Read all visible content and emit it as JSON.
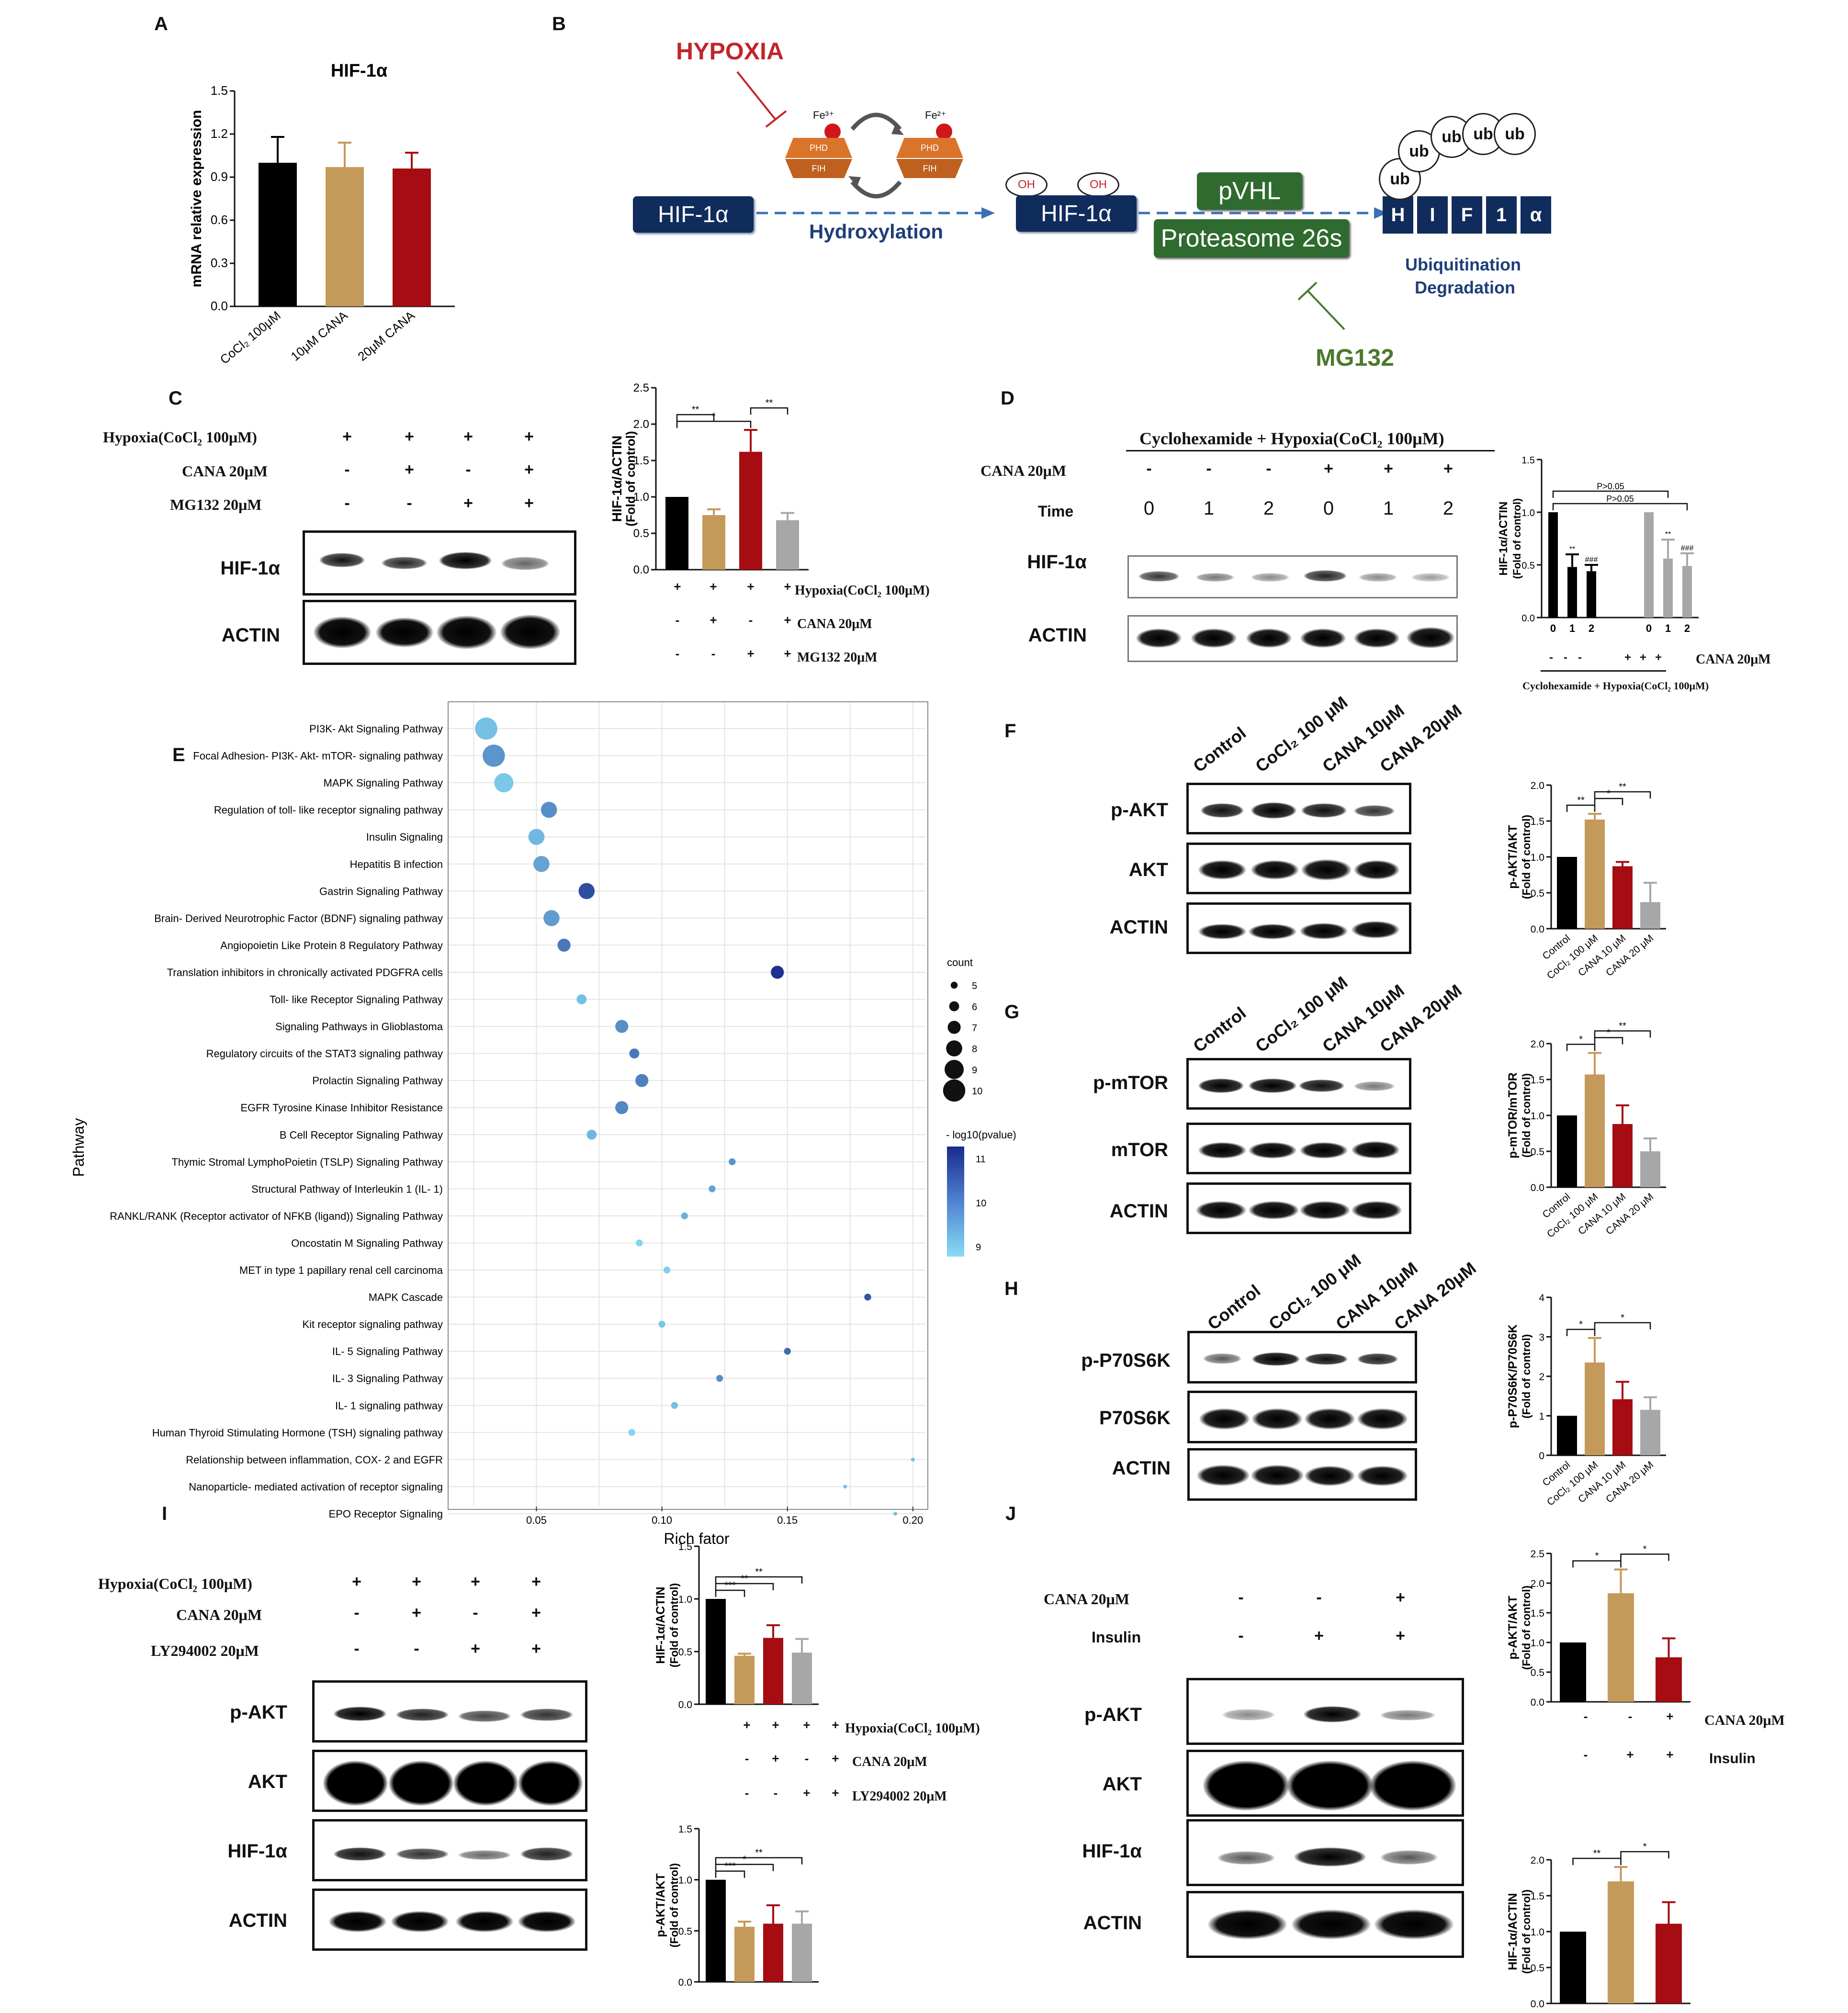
{
  "panels": {
    "A": "A",
    "B": "B",
    "C": "C",
    "D": "D",
    "E": "E",
    "F": "F",
    "G": "G",
    "H": "H",
    "I": "I",
    "J": "J"
  },
  "colors": {
    "black": "#000000",
    "tan": "#c49a5a",
    "red": "#a50d12",
    "gray": "#a7a7a7",
    "navy": "#102c5c",
    "green": "#2f6b2f",
    "hypoxia_red": "#c0262b",
    "mg132_green": "#4a7a2c"
  },
  "pathway": {
    "hypoxia": "HYPOXIA",
    "mg132": "MG132",
    "hif": "HIF-1α",
    "hydroxylation": "Hydroxylation",
    "fe3": "Fe³⁺",
    "fe2": "Fe²⁺",
    "phd": "PHD",
    "fih": "FIH",
    "oh": "OH",
    "pvhl": "pVHL",
    "proteasome": "Proteasome 26s",
    "ub": "ub",
    "hif_letters": [
      "H",
      "I",
      "F",
      "1",
      "α"
    ],
    "ubiq1": "Ubiquitination",
    "ubiq2": "Degradation"
  },
  "conditions": {
    "hypoxia": "Hypoxia(CoCl₂ 100μM)",
    "cana": "CANA 20μM",
    "mg132": "MG132 20μM",
    "ly": "LY294002 20μM",
    "insulin": "Insulin",
    "time": "Time",
    "chx": "Cyclohexamide + Hypoxia(CoCl₂ 100μM)",
    "chx_small": "Cyclohexamide + Hypoxia(CoCl₂ 100μM)"
  },
  "blots": {
    "hif": "HIF-1α",
    "actin": "ACTIN",
    "pakt": "p-AKT",
    "akt": "AKT",
    "pmtor": "p-mTOR",
    "mtor": "mTOR",
    "pp70": "p-P70S6K",
    "p70": "P70S6K"
  },
  "lanes": {
    "control": "Control",
    "cocl": "CoCl₂ 100 μM",
    "cana10": "CANA 10μM",
    "cana20": "CANA 20μM"
  },
  "signs": {
    "plus": "+",
    "minus": "-"
  },
  "time_vals": [
    "0",
    "1",
    "2",
    "0",
    "1",
    "2"
  ],
  "chart_data": [
    {
      "id": "A",
      "type": "bar",
      "title": "HIF-1α",
      "ylabel": "mRNA relative expression",
      "ylim": [
        0,
        1.5
      ],
      "yticks": [
        "0.0",
        "0.3",
        "0.6",
        "0.9",
        "1.2",
        "1.5"
      ],
      "categories": [
        "CoCl₂ 100μM",
        "10μM CANA",
        "20μM CANA"
      ],
      "values": [
        1.0,
        0.97,
        0.96
      ],
      "errors": [
        0.18,
        0.17,
        0.11
      ]
    },
    {
      "id": "C",
      "type": "bar",
      "ylabel": "HIF-1α/ACTIN",
      "ylabel2": "(Fold of control)",
      "ylim": [
        0,
        2.5
      ],
      "yticks": [
        "0.0",
        "0.5",
        "1.0",
        "1.5",
        "2.0",
        "2.5"
      ],
      "values": [
        1.0,
        0.75,
        1.62,
        0.68
      ],
      "errors": [
        0.0,
        0.08,
        0.3,
        0.1
      ],
      "sig": [
        "*",
        "**",
        "**"
      ]
    },
    {
      "id": "D",
      "type": "bar",
      "ylabel": "HIF-1α/ACTIN",
      "ylabel2": "(Fold of control)",
      "ylim": [
        0,
        1.5
      ],
      "yticks": [
        "0.0",
        "0.5",
        "1.0",
        "1.5"
      ],
      "xticks": [
        "0",
        "1",
        "2",
        "0",
        "1",
        "2"
      ],
      "values": [
        1.0,
        0.48,
        0.44,
        1.0,
        0.56,
        0.49
      ],
      "errors": [
        0,
        0.12,
        0.06,
        0,
        0.18,
        0.12
      ],
      "marks": [
        "",
        "**",
        "###",
        "",
        "**",
        "###"
      ],
      "sig": [
        "P>0.05",
        "P>0.05"
      ]
    },
    {
      "id": "F",
      "type": "bar",
      "ylabel": "p-AKT/AKT",
      "ylabel2": "(Fold of control)",
      "ylim": [
        0,
        2.0
      ],
      "yticks": [
        "0.0",
        "0.5",
        "1.0",
        "1.5",
        "2.0"
      ],
      "categories": [
        "Control",
        "CoCl₂ 100 μM",
        "CANA 10 μM",
        "CANA 20 μM"
      ],
      "values": [
        1.0,
        1.52,
        0.87,
        0.37
      ],
      "errors": [
        0,
        0.08,
        0.06,
        0.27
      ],
      "sig": [
        "**",
        "*",
        "**"
      ]
    },
    {
      "id": "G",
      "type": "bar",
      "ylabel": "p-mTOR/mTOR",
      "ylabel2": "(Fold of control)",
      "ylim": [
        0,
        2.0
      ],
      "yticks": [
        "0.0",
        "0.5",
        "1.0",
        "1.5",
        "2.0"
      ],
      "categories": [
        "Control",
        "CoCl₂ 100 μM",
        "CANA 10 μM",
        "CANA 20 μM"
      ],
      "values": [
        1.0,
        1.57,
        0.88,
        0.5
      ],
      "errors": [
        0,
        0.3,
        0.26,
        0.18
      ],
      "sig": [
        "*",
        "*",
        "**"
      ]
    },
    {
      "id": "H",
      "type": "bar",
      "ylabel": "p-P70S6K/P70S6K",
      "ylabel2": "(Fold of control)",
      "ylim": [
        0,
        4
      ],
      "yticks": [
        "0",
        "1",
        "2",
        "3",
        "4"
      ],
      "categories": [
        "Control",
        "CoCl₂ 100 μM",
        "CANA 10 μM",
        "CANA 20 μM"
      ],
      "values": [
        1.0,
        2.35,
        1.42,
        1.15
      ],
      "errors": [
        0,
        0.62,
        0.44,
        0.32
      ],
      "sig": [
        "*",
        "*"
      ]
    },
    {
      "id": "I1",
      "type": "bar",
      "ylabel": "HIF-1α/ACTIN",
      "ylabel2": "(Fold of control)",
      "ylim": [
        0,
        1.5
      ],
      "yticks": [
        "0.0",
        "0.5",
        "1.0",
        "1.5"
      ],
      "values": [
        1.0,
        0.46,
        0.63,
        0.49
      ],
      "errors": [
        0,
        0.02,
        0.12,
        0.13
      ],
      "sig": [
        "***",
        "**",
        "**"
      ]
    },
    {
      "id": "I2",
      "type": "bar",
      "ylabel": "p-AKT/AKT",
      "ylabel2": "(Fold of control)",
      "ylim": [
        0,
        1.5
      ],
      "yticks": [
        "0.0",
        "0.5",
        "1.0",
        "1.5"
      ],
      "values": [
        1.0,
        0.54,
        0.57,
        0.57
      ],
      "errors": [
        0,
        0.05,
        0.18,
        0.12
      ],
      "sig": [
        "***",
        "*",
        "**"
      ]
    },
    {
      "id": "J1",
      "type": "bar",
      "ylabel": "p-AKT/AKT",
      "ylabel2": "(Fold of control)",
      "ylim": [
        0,
        2.5
      ],
      "yticks": [
        "0.0",
        "0.5",
        "1.0",
        "1.5",
        "2.0",
        "2.5"
      ],
      "values": [
        1.0,
        1.83,
        0.75
      ],
      "errors": [
        0,
        0.4,
        0.32
      ],
      "sig": [
        "*",
        "*"
      ]
    },
    {
      "id": "J2",
      "type": "bar",
      "ylabel": "HIF-1α/ACTIN",
      "ylabel2": "(Fold of control)",
      "ylim": [
        0,
        2.0
      ],
      "yticks": [
        "0.0",
        "0.5",
        "1.0",
        "1.5",
        "2.0"
      ],
      "values": [
        1.0,
        1.7,
        1.11
      ],
      "errors": [
        0,
        0.2,
        0.3
      ],
      "sig": [
        "**",
        "*"
      ]
    },
    {
      "id": "E",
      "type": "scatter",
      "xlabel": "Rich fator",
      "ylabel": "Pathway",
      "xlim": [
        0.015,
        0.205
      ],
      "xticks": [
        "0.05",
        "0.10",
        "0.15",
        "0.20"
      ],
      "legend_count_title": "count",
      "legend_count": [
        "5",
        "6",
        "7",
        "8",
        "9",
        "10"
      ],
      "legend_p_title": "- log10(pvalue)",
      "legend_p": [
        "11",
        "10",
        "9"
      ],
      "rows": [
        {
          "label": "PI3K- Akt Signaling Pathway",
          "x": 0.03,
          "count": 10,
          "p": 9.2
        },
        {
          "label": "Focal Adhesion- PI3K- Akt- mTOR- signaling pathway",
          "x": 0.033,
          "count": 10,
          "p": 9.8
        },
        {
          "label": "MAPK Signaling Pathway",
          "x": 0.037,
          "count": 9,
          "p": 9.1
        },
        {
          "label": "Regulation of toll- like receptor signaling pathway",
          "x": 0.055,
          "count": 8,
          "p": 9.9
        },
        {
          "label": "Insulin Signaling",
          "x": 0.05,
          "count": 8,
          "p": 9.3
        },
        {
          "label": "Hepatitis B infection",
          "x": 0.052,
          "count": 8,
          "p": 9.6
        },
        {
          "label": "Gastrin Signaling Pathway",
          "x": 0.07,
          "count": 8,
          "p": 10.8
        },
        {
          "label": "Brain- Derived Neurotrophic Factor (BDNF) signaling pathway",
          "x": 0.056,
          "count": 8,
          "p": 9.7
        },
        {
          "label": "Angiopoietin Like Protein 8 Regulatory Pathway",
          "x": 0.061,
          "count": 7,
          "p": 10.2
        },
        {
          "label": "Translation inhibitors in chronically activated PDGFRA cells",
          "x": 0.146,
          "count": 7,
          "p": 11.2
        },
        {
          "label": "Toll- like Receptor Signaling Pathway",
          "x": 0.068,
          "count": 6,
          "p": 9.2
        },
        {
          "label": "Signaling Pathways in Glioblastoma",
          "x": 0.084,
          "count": 7,
          "p": 9.9
        },
        {
          "label": "Regulatory circuits of the STAT3 signaling pathway",
          "x": 0.089,
          "count": 6,
          "p": 10.2
        },
        {
          "label": "Prolactin Signaling Pathway",
          "x": 0.092,
          "count": 7,
          "p": 10.1
        },
        {
          "label": "EGFR Tyrosine Kinase Inhibitor Resistance",
          "x": 0.084,
          "count": 7,
          "p": 10.0
        },
        {
          "label": "B Cell Receptor Signaling Pathway",
          "x": 0.072,
          "count": 6,
          "p": 9.3
        },
        {
          "label": "Thymic Stromal LymphoPoietin (TSLP) Signaling Pathway",
          "x": 0.128,
          "count": 5,
          "p": 9.8
        },
        {
          "label": "Structural Pathway of Interleukin 1 (IL- 1)",
          "x": 0.12,
          "count": 5,
          "p": 9.6
        },
        {
          "label": "RANKL/RANK (Receptor activator of NFKB (ligand)) Signaling Pathway",
          "x": 0.109,
          "count": 5,
          "p": 9.4
        },
        {
          "label": "Oncostatin M Signaling Pathway",
          "x": 0.091,
          "count": 5,
          "p": 8.9
        },
        {
          "label": "MET in type 1 papillary renal cell carcinoma",
          "x": 0.102,
          "count": 5,
          "p": 9.0
        },
        {
          "label": "MAPK Cascade",
          "x": 0.182,
          "count": 5,
          "p": 10.7
        },
        {
          "label": "Kit receptor signaling pathway",
          "x": 0.1,
          "count": 5,
          "p": 9.1
        },
        {
          "label": "IL- 5 Signaling Pathway",
          "x": 0.15,
          "count": 5,
          "p": 10.4
        },
        {
          "label": "IL- 3 Signaling Pathway",
          "x": 0.123,
          "count": 5,
          "p": 9.9
        },
        {
          "label": "IL- 1 signaling pathway",
          "x": 0.105,
          "count": 5,
          "p": 9.2
        },
        {
          "label": "Human Thyroid Stimulating Hormone (TSH) signaling pathway",
          "x": 0.088,
          "count": 5,
          "p": 8.9
        },
        {
          "label": "Relationship between inflammation, COX- 2 and EGFR",
          "x": 0.2,
          "count": 4,
          "p": 9.2
        },
        {
          "label": "Nanoparticle- mediated activation of receptor signaling",
          "x": 0.173,
          "count": 4,
          "p": 9.2
        },
        {
          "label": "EPO Receptor Signaling",
          "x": 0.193,
          "count": 4,
          "p": 9.2
        }
      ]
    }
  ]
}
